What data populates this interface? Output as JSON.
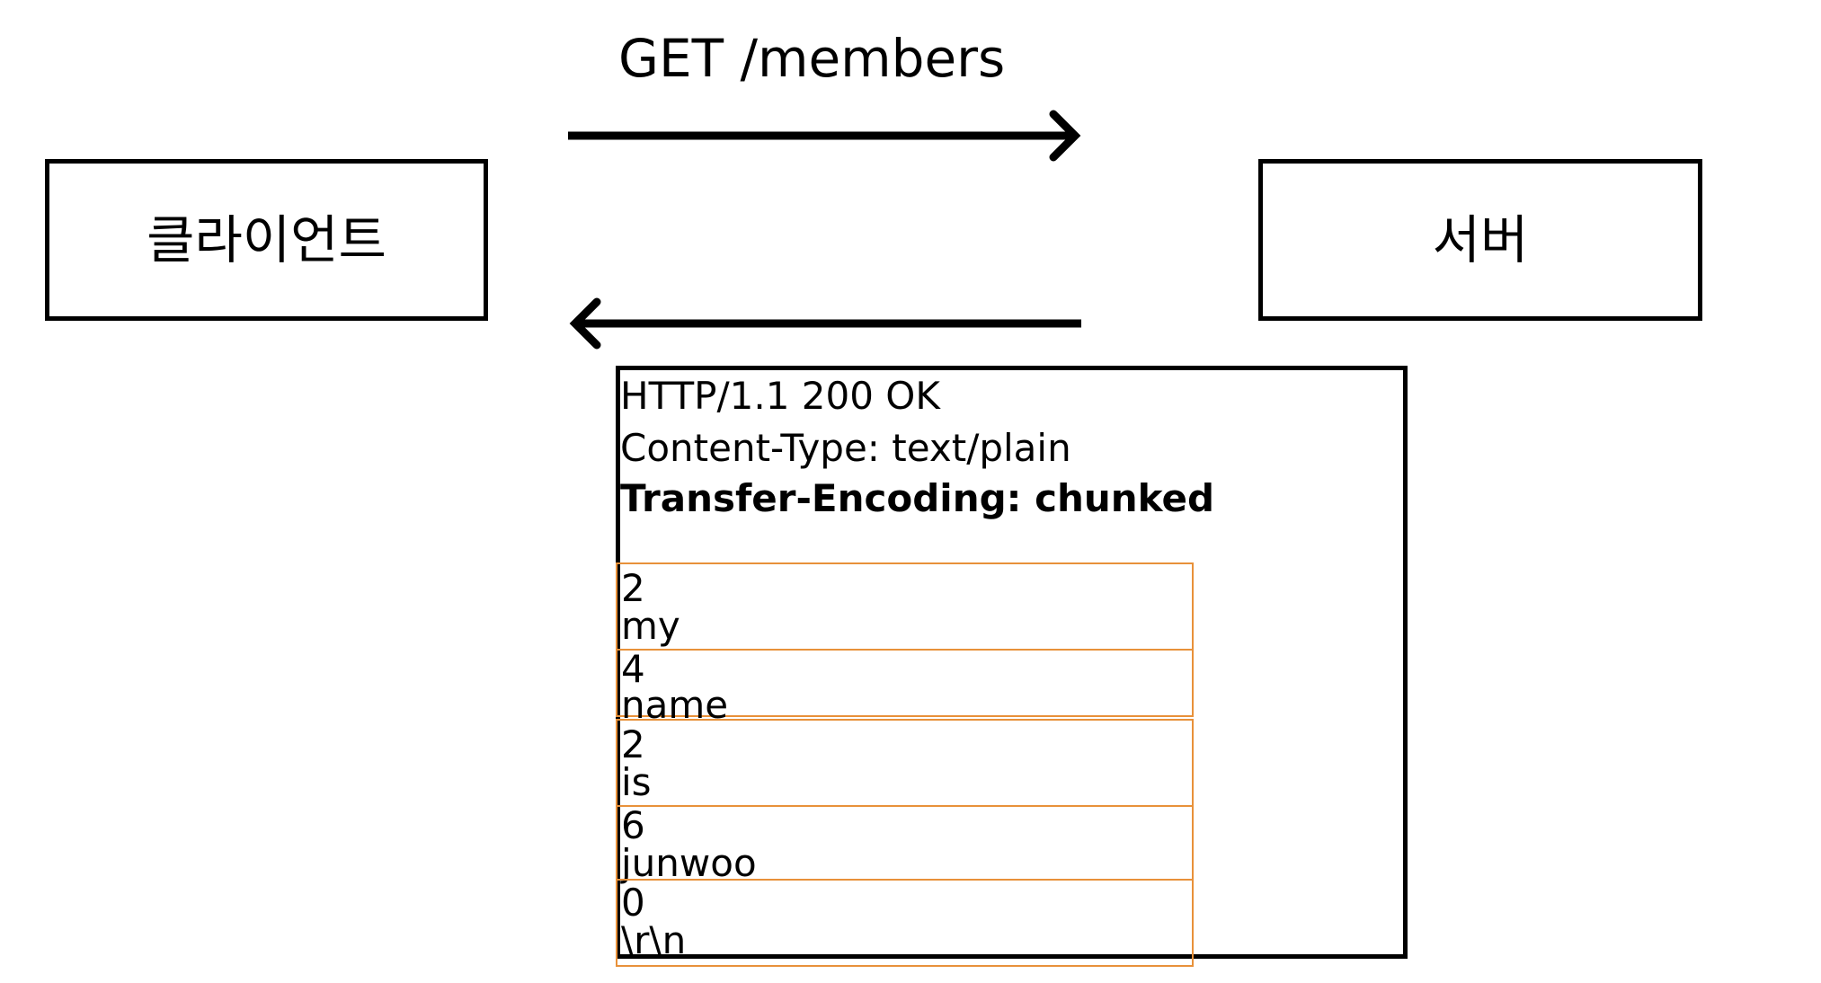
{
  "client": {
    "label": "클라이언트"
  },
  "server": {
    "label": "서버"
  },
  "request": {
    "label": "GET /members"
  },
  "response": {
    "status_line": "HTTP/1.1 200 OK",
    "content_type": "Content-Type: text/plain",
    "transfer_encoding": "Transfer-Encoding: chunked",
    "chunks": [
      {
        "size": "2",
        "data": "my"
      },
      {
        "size": "4",
        "data": "name"
      },
      {
        "size": "2",
        "data": "is"
      },
      {
        "size": "6",
        "data": "junwoo"
      },
      {
        "size": "0",
        "data": "\\r\\n"
      }
    ]
  },
  "colors": {
    "stroke": "#000000",
    "chunk_border": "#e8913a",
    "background": "#ffffff"
  }
}
